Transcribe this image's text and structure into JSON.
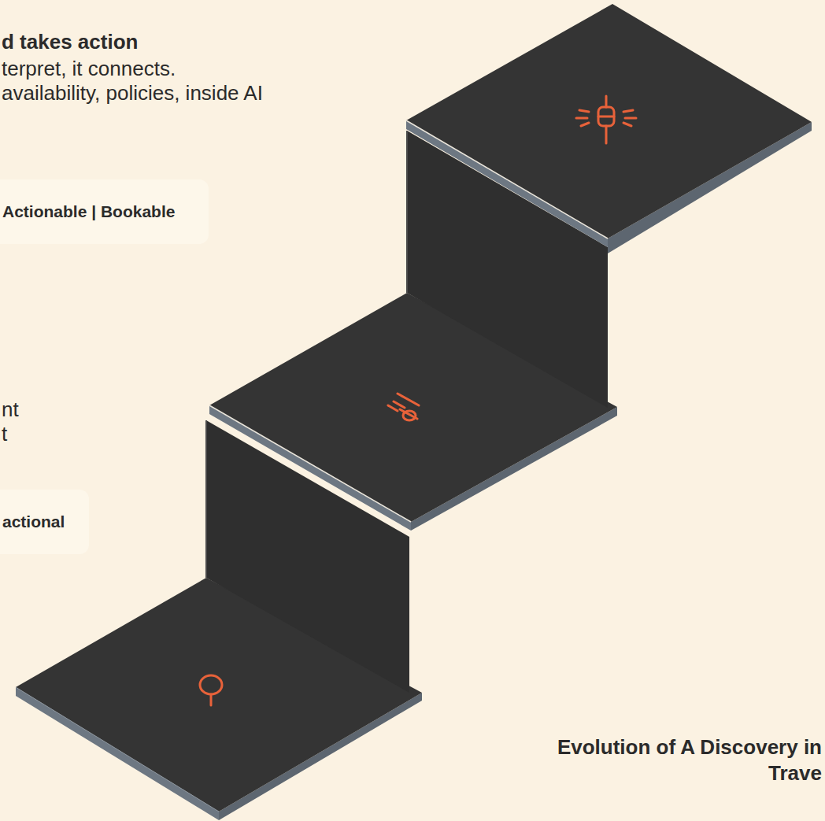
{
  "diagram": {
    "title": "Evolution of A Discovery in Trave",
    "nodes": [
      {
        "text": [
          "Actionable | Bookable"
        ]
      },
      {
        "text": [
          "actional"
        ]
      }
    ],
    "labels": [
      "d takes action",
      "terpret, it connects. availability, policies, inside AI",
      "nt",
      "t"
    ]
  }
}
